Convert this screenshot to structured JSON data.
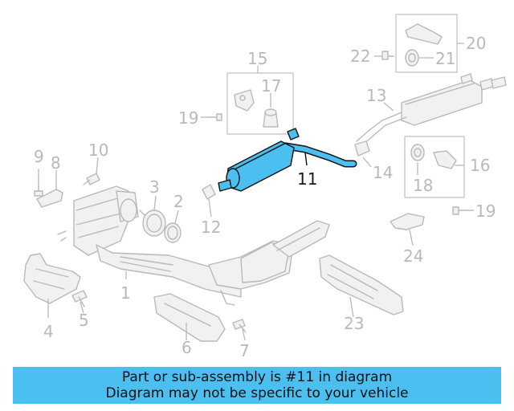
{
  "highlight_color": "#4bbff0",
  "callouts": {
    "c1": "1",
    "c2": "2",
    "c3": "3",
    "c4": "4",
    "c5": "5",
    "c6": "6",
    "c7": "7",
    "c8": "8",
    "c9": "9",
    "c10": "10",
    "c11": "11",
    "c12": "12",
    "c13": "13",
    "c14": "14",
    "c15": "15",
    "c16": "16",
    "c17": "17",
    "c18": "18",
    "c19a": "19",
    "c19b": "19",
    "c20": "20",
    "c21": "21",
    "c22": "22",
    "c23": "23",
    "c24": "24"
  },
  "banner": {
    "line1": "Part or sub-assembly is #11 in diagram",
    "line2": "Diagram may not be specific to your vehicle"
  }
}
